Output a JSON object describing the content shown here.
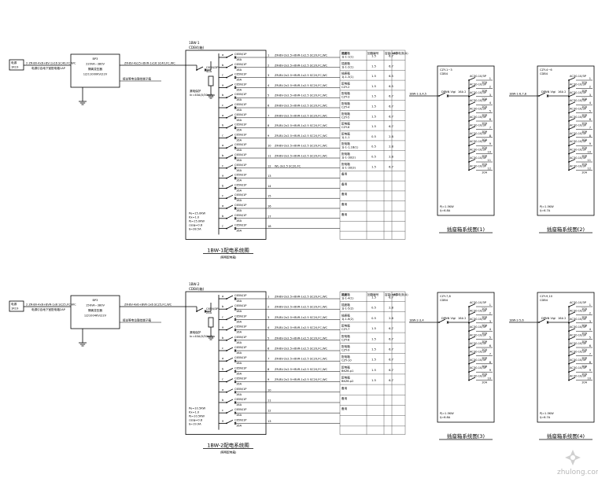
{
  "panels": [
    {
      "source_box": [
        "电源",
        "1R19"
      ],
      "feeder_cable": "2  ZR-BV-4x6+BV-1x16   SC40,FC,WC",
      "feeder_note": "电源引自地下室配电箱1AP",
      "transformer": [
        "BP3",
        "220VA~380V",
        "隔离变压器",
        "1Z/11000KV/22V"
      ],
      "transformer_out": "ZR-BV-4x25+BVR-1x16   SC40,FC,WC",
      "ground_note": "接总等电位联结端子箱",
      "box_id": [
        "1BW-1",
        "CDB4(箱)"
      ],
      "main_breaker": [
        "C63N/3P",
        "40A"
      ],
      "rcd_label": [
        "漏电保护",
        "In=40A(0/30mA)"
      ],
      "load_info": [
        "Pe=15.0KW",
        "Kx=1.0",
        "Pj=15.0KW",
        "cosφ=0.8",
        "Ij=28.5A"
      ],
      "title": "1BW-1配电系统图",
      "subtitle": "(照明配电箱)",
      "circuits": [
        {
          "no": "1",
          "phase": "a",
          "breaker": "C65N/1P",
          "rating": "16A",
          "cable": "ZR-BV-2x2.5+BVR-1x2.5   SC20,FC,WC",
          "load_label": "插座箱",
          "load_no": "1J-1-1(1)",
          "kw": "1.5",
          "amp": "6.7"
        },
        {
          "no": "2",
          "phase": "b",
          "breaker": "C65N/1P",
          "rating": "16A",
          "cable": "ZR-BV-2x2.5+BVR-1x2.5   SC20,FC,WC",
          "load_label": "插座箱",
          "load_no": "1J-1-2(1)",
          "kw": "1.5",
          "amp": "6.7"
        },
        {
          "no": "3",
          "phase": "c",
          "breaker": "C65N/1P",
          "rating": "16A",
          "cable": "ZR-BV-2x2.5+BVR-1x2.5   SC20,FC,WC",
          "load_label": "插座箱",
          "load_no": "1J-1-3(1)",
          "kw": "1.5",
          "amp": "6.5"
        },
        {
          "no": "4",
          "phase": "a",
          "breaker": "C65N/1P",
          "rating": "16A",
          "cable": "ZR-BV-2x2.5+BVR-1x2.5   SC20,FC,WC",
          "load_label": "配电箱",
          "load_no": "CZY-2",
          "kw": "1.5",
          "amp": "6.5"
        },
        {
          "no": "5",
          "phase": "b",
          "breaker": "C65N/1P",
          "rating": "16A",
          "cable": "ZR-BV-2x2.5+BVR-1x2.5   SC20,FC,WC",
          "load_label": "配电箱",
          "load_no": "CZY-3",
          "kw": "1.5",
          "amp": "6.7"
        },
        {
          "no": "6",
          "phase": "c",
          "breaker": "C65N/1P",
          "rating": "16A",
          "cable": "ZR-BV-2x2.5+BVR-1x2.5   SC20,FC,WC",
          "load_label": "配电箱",
          "load_no": "CZY-4",
          "kw": "1.5",
          "amp": "6.7"
        },
        {
          "no": "7",
          "phase": "a",
          "breaker": "C65N/1P",
          "rating": "16A",
          "cable": "ZR-BV-2x2.5+BVR-1x2.5   SC20,FC,WC",
          "load_label": "配电箱",
          "load_no": "CZY-5",
          "kw": "1.5",
          "amp": "6.7"
        },
        {
          "no": "8",
          "phase": "b",
          "breaker": "C65N/1P",
          "rating": "16A",
          "cable": "ZR-BV-2x2.5+BVR-1x2.5   SC20,FC,WC",
          "load_label": "配电箱",
          "load_no": "CZY-6",
          "kw": "1.5",
          "amp": "6.7"
        },
        {
          "no": "9",
          "phase": "c",
          "breaker": "C65N/1P",
          "rating": "16A",
          "cable": "ZR-BV-2x2.5+BVR-1x2.5   SC20,FC,WC",
          "load_label": "配电箱",
          "load_no": "1J-1-1",
          "kw": "0.5",
          "amp": "2.8"
        },
        {
          "no": "10",
          "phase": "a",
          "breaker": "C65N/1P",
          "rating": "16A",
          "cable": "ZR-BV-2x2.5+BVR-1x2.5   SC20,FC,WC",
          "load_label": "配电箱",
          "load_no": "1J-1-1,1B(1)",
          "kw": "0.5",
          "amp": "2.8"
        },
        {
          "no": "11",
          "phase": "b",
          "breaker": "C65N/1P",
          "rating": "16A",
          "cable": "ZR-BV-2x2.5+BVR-1x2.5   SC20,FC,WC",
          "load_label": "配电箱",
          "load_no": "1J-1-1B(2)",
          "kw": "0.5",
          "amp": "2.8"
        },
        {
          "no": "12",
          "phase": "c",
          "breaker": "C65N/1P",
          "rating": "16A",
          "cable": "WL-3x2.5   SC20,FC",
          "load_label": "配电箱",
          "load_no": "1J-1-1B(3)",
          "kw": "1.5",
          "amp": "6.7"
        },
        {
          "no": "13",
          "phase": "a",
          "breaker": "C65N/1P",
          "rating": "16A",
          "cable": "",
          "load_label": "备用",
          "load_no": "",
          "kw": "",
          "amp": ""
        },
        {
          "no": "14",
          "phase": "b",
          "breaker": "C65N/1P",
          "rating": "16A",
          "cable": "",
          "load_label": "备用",
          "load_no": "",
          "kw": "",
          "amp": ""
        },
        {
          "no": "15",
          "phase": "c",
          "breaker": "C65N/1P",
          "rating": "16A",
          "cable": "",
          "load_label": "备用",
          "load_no": "",
          "kw": "",
          "amp": ""
        },
        {
          "no": "16",
          "phase": "a",
          "breaker": "C65N/1P",
          "rating": "16A",
          "cable": "",
          "load_label": "备用",
          "load_no": "",
          "kw": "",
          "amp": ""
        },
        {
          "no": "17",
          "phase": "b",
          "breaker": "C65N/1P",
          "rating": "16A",
          "cable": "",
          "load_label": "备用",
          "load_no": "",
          "kw": "",
          "amp": ""
        },
        {
          "no": "18",
          "phase": "c",
          "breaker": "C65N/1P",
          "rating": "16A",
          "cable": "",
          "load_label": "",
          "load_no": "",
          "kw": "",
          "amp": ""
        }
      ]
    },
    {
      "source_box": [
        "电源",
        "1R19"
      ],
      "feeder_cable": "2  ZR-BV-4x6+BVR-1x6   SC25,FC,WC",
      "feeder_note": "电源引自地下室配电箱2AP",
      "transformer": [
        "BP3",
        "15KVA~380V",
        "隔离变压器",
        "1Z/1004KV/22V"
      ],
      "transformer_out": "ZR-BV-4x6+BVR-1x6   SC25,FC,WC",
      "ground_note": "接总等电位联结端子箱",
      "box_id": [
        "1BW-2",
        "CDB4(箱)"
      ],
      "main_breaker": [
        "C65N/3P",
        "25A"
      ],
      "rcd_label": [
        "漏电保护",
        "In=40A(0/30mA)"
      ],
      "load_info": [
        "Pe=10.5KW",
        "Kx=1.0",
        "Pj=10.5KW",
        "cosφ=0.8",
        "Ij=19.9A"
      ],
      "title": "1BW-2配电系统图",
      "subtitle": "(照明配电箱)",
      "circuits": [
        {
          "no": "1",
          "phase": "a",
          "breaker": "C65N/1P",
          "rating": "16A",
          "cable": "ZR-BV-2x2.5+BVR-1x2.5   SC20,FC,WC",
          "load_label": "插座箱",
          "load_no": "1J-1-4(1)",
          "kw": "1.5",
          "amp": "6.7"
        },
        {
          "no": "2",
          "phase": "b",
          "breaker": "C65N/1P",
          "rating": "16A",
          "cable": "ZR-BV-2x2.5+BVR-1x2.5   SC20,FC,WC",
          "load_label": "插座箱",
          "load_no": "1J-1-5(2)",
          "kw": "0.5",
          "amp": "2.8"
        },
        {
          "no": "3",
          "phase": "c",
          "breaker": "C65N/1P",
          "rating": "16A",
          "cable": "ZR-BV-2x2.5+BVR-1x2.5   SC20,FC,WC",
          "load_label": "插座箱",
          "load_no": "1J-1-6(2)",
          "kw": "0.5",
          "amp": "2.8"
        },
        {
          "no": "4",
          "phase": "a",
          "breaker": "C65N/1P",
          "rating": "16A",
          "cable": "ZR-BV-2x2.5+BVR-1x2.5   SC20,FC,WC",
          "load_label": "配电箱",
          "load_no": "CZY-7",
          "kw": "1.5",
          "amp": "6.7"
        },
        {
          "no": "5",
          "phase": "b",
          "breaker": "C65N/1P",
          "rating": "16A",
          "cable": "ZR-BV-2x2.5+BVR-1x2.5   SC20,FC,WC",
          "load_label": "配电箱",
          "load_no": "CZY-8",
          "kw": "1.5",
          "amp": "6.7"
        },
        {
          "no": "6",
          "phase": "c",
          "breaker": "C65N/1P",
          "rating": "16A",
          "cable": "ZR-BV-2x2.5+BVR-1x2.5   SC20,FC,WC",
          "load_label": "配电箱",
          "load_no": "CZY-9",
          "kw": "1.5",
          "amp": "6.7"
        },
        {
          "no": "7",
          "phase": "a",
          "breaker": "C65N/1P",
          "rating": "16A",
          "cable": "ZR-BV-2x2.5+BVR-1x2.5   SC20,FC,WC",
          "load_label": "配电箱",
          "load_no": "CZY-10",
          "kw": "1.5",
          "amp": "6.7"
        },
        {
          "no": "8",
          "phase": "b",
          "breaker": "C65N/1P",
          "rating": "16A",
          "cable": "ZR-BV-2x2.5+BVR-1x2.5   SC20,FC,WC",
          "load_label": "配电箱",
          "load_no": "BKZ6-p1",
          "kw": "1.5",
          "amp": "6.7"
        },
        {
          "no": "9",
          "phase": "c",
          "breaker": "C65N/1P",
          "rating": "16A",
          "cable": "ZR-BV-2x2.5+BVR-1x2.5   SC20,FC,WC",
          "load_label": "配电箱",
          "load_no": "BKZ6-p2",
          "kw": "1.5",
          "amp": "6.7"
        },
        {
          "no": "10",
          "phase": "a",
          "breaker": "C65N/1P",
          "rating": "16A",
          "cable": "",
          "load_label": "备用",
          "load_no": "",
          "kw": "",
          "amp": ""
        },
        {
          "no": "11",
          "phase": "b",
          "breaker": "C65N/1P",
          "rating": "16A",
          "cable": "",
          "load_label": "备用",
          "load_no": "",
          "kw": "",
          "amp": ""
        },
        {
          "no": "12",
          "phase": "c",
          "breaker": "C65N/1P",
          "rating": "16A",
          "cable": "",
          "load_label": "备用",
          "load_no": "",
          "kw": "",
          "amp": ""
        },
        {
          "no": "13",
          "phase": "a",
          "breaker": "C65N/1P",
          "rating": "16A",
          "cable": "",
          "load_label": "",
          "load_no": "",
          "kw": "",
          "amp": ""
        }
      ]
    }
  ],
  "table_headers": [
    "用途",
    "回路编号",
    "容量(kW)",
    "计算电流(A)"
  ],
  "outlet_boxes": [
    {
      "feed_label": "1BW-1-3,4,5",
      "box_id": [
        "CZY-1~3",
        "CDB4"
      ],
      "main_breaker": [
        "DPNN Vigi",
        "16A 2"
      ],
      "outlet_label": "AC30-10/3P",
      "outlet_rating": "10A",
      "count": 12,
      "load_info": [
        "Pj=1.5KW",
        "Ij=6.8A"
      ],
      "title": "插座箱系统图(1)"
    },
    {
      "feed_label": "1BW-1-6,7,8",
      "box_id": [
        "CZY-4~6",
        "CDB4"
      ],
      "main_breaker": [
        "DPNN Vigi",
        "16A 2"
      ],
      "outlet_label": "AC30-10/3P",
      "outlet_rating": "10A",
      "count": 12,
      "load_info": [
        "Pj=1.5KW",
        "Ij=6.7A"
      ],
      "title": "插座箱系统图(2)"
    },
    {
      "feed_label": "1BW-2-3,4",
      "box_id": [
        "CZY-7,8",
        "CDB4"
      ],
      "main_breaker": [
        "DPNN Vigi",
        "16A 2"
      ],
      "outlet_label": "AC30-10/3P",
      "outlet_rating": "10A",
      "count": 10,
      "load_info": [
        "Pj=1.5KW",
        "Ij=6.8A"
      ],
      "title": "插座箱系统图(3)"
    },
    {
      "feed_label": "1BW-2-5,6",
      "box_id": [
        "CZY-9,10",
        "CDB4"
      ],
      "main_breaker": [
        "DPNN Vigi",
        "16A 2"
      ],
      "outlet_label": "AC30-10/3P",
      "outlet_rating": "10A",
      "count": 10,
      "load_info": [
        "Pj=1.5KW",
        "Ij=6.7A"
      ],
      "title": "插座箱系统图(4)"
    }
  ],
  "watermark": "zhulong.com"
}
